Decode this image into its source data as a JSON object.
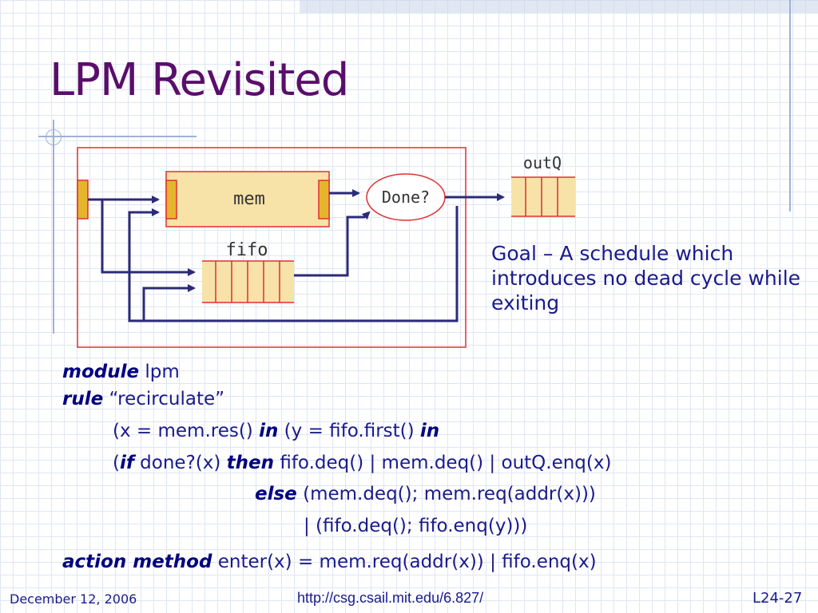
{
  "slide": {
    "title": "LPM Revisited",
    "goal_text": "Goal – A schedule which introduces no dead cycle while exiting"
  },
  "diagram": {
    "mem_label": "mem",
    "fifo_label": "fifo",
    "done_label": "Done?",
    "outq_label": "outQ"
  },
  "code": {
    "line1": {
      "kw": "module",
      "rest": " lpm"
    },
    "line2": {
      "kw": "rule",
      "rest": " “recirculate”"
    },
    "line3": {
      "a": "(x = mem.res() ",
      "kw1": "in",
      "b": " (y = fifo.first() ",
      "kw2": "in"
    },
    "line4": {
      "a": "(",
      "kw1": "if",
      "b": " done?(x) ",
      "kw2": "then",
      "c": " fifo.deq() | mem.deq() | outQ.enq(x)"
    },
    "line5": {
      "kw": "else",
      "rest": "  (mem.deq(); mem.req(addr(x)))"
    },
    "line6": {
      "rest": "| (fifo.deq(); fifo.enq(y)))"
    },
    "line7": {
      "kw": "action method",
      "rest": "  enter(x) = mem.req(addr(x)) | fifo.enq(x)"
    }
  },
  "footer": {
    "date": "December 12, 2006",
    "url": "http://csg.csail.mit.edu/6.827/",
    "page": "L24-27"
  },
  "colors": {
    "title": "#5a0e6b",
    "text": "#1a1a8c",
    "box_border": "#e03030",
    "arrow": "#2b2b7a",
    "fill": "#f7e2a8",
    "port": "#e6b52e"
  }
}
